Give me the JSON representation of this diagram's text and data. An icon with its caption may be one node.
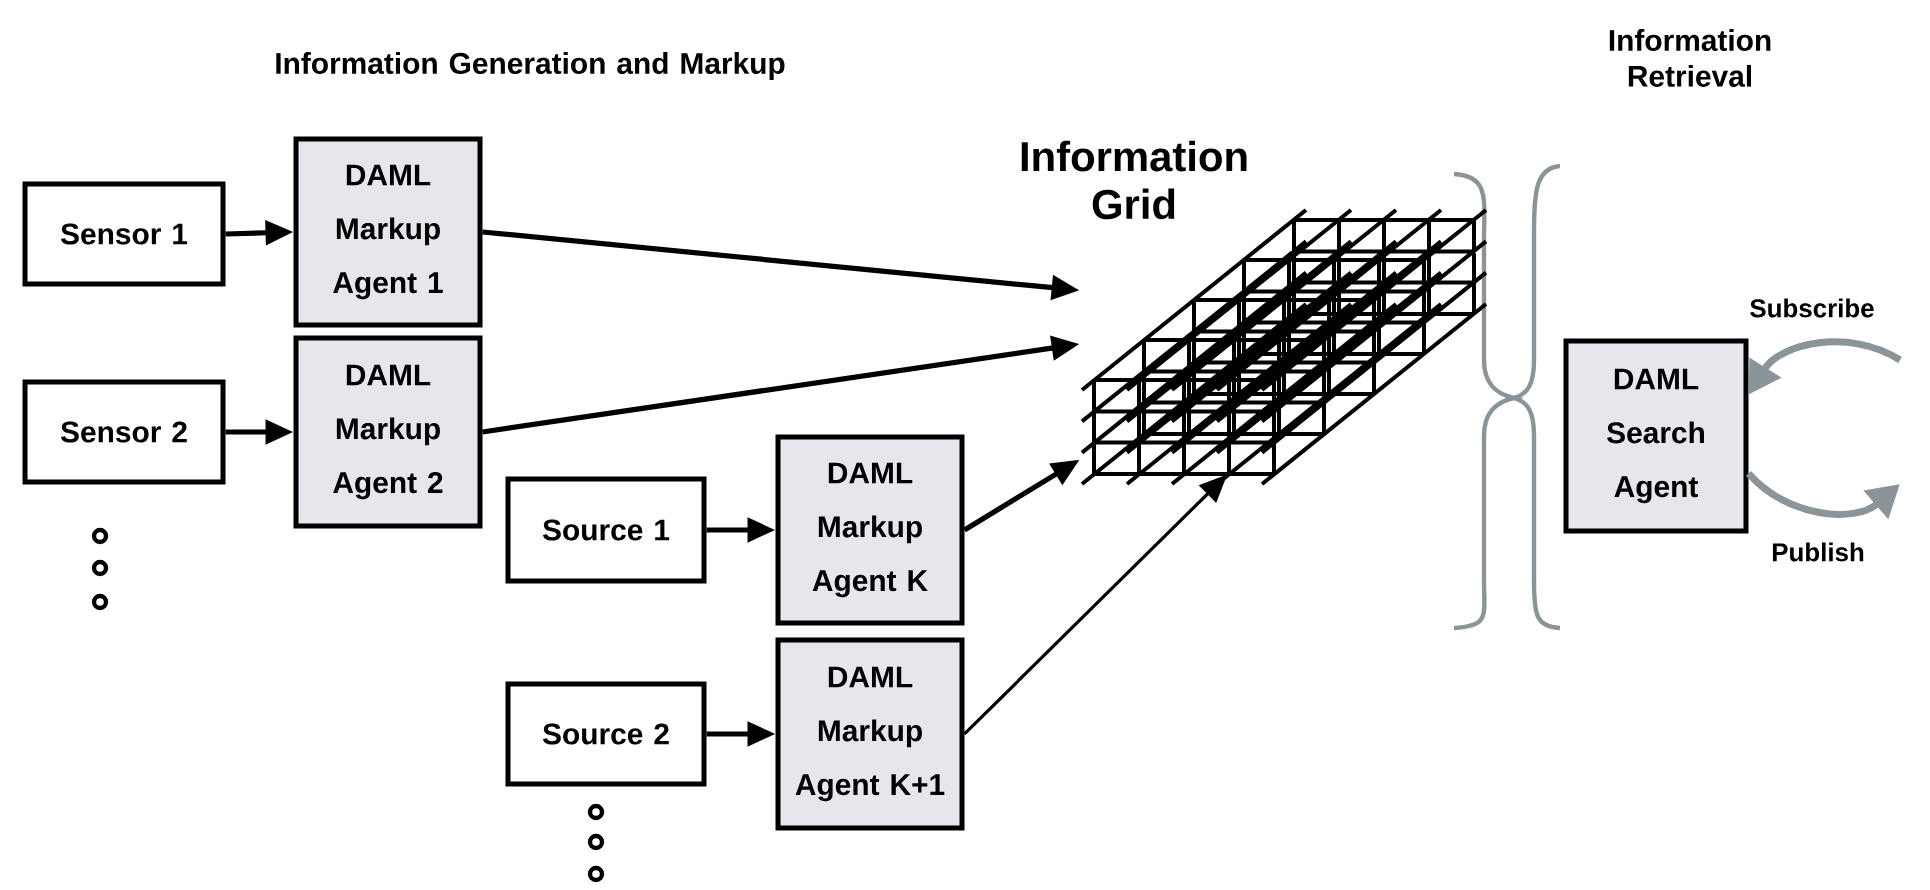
{
  "diagram": {
    "nodes": [
      {
        "text": [
          "Sensor 1"
        ]
      },
      {
        "text": [
          "DAML Markup Agent 1"
        ]
      },
      {
        "text": [
          "Sensor 2"
        ]
      },
      {
        "text": [
          "DAML Markup Agent 2"
        ]
      },
      {
        "text": [
          "Source 1"
        ]
      },
      {
        "text": [
          "DAML Markup Agent K"
        ]
      },
      {
        "text": [
          "Source 2"
        ]
      },
      {
        "text": [
          "DAML Markup Agent K+1"
        ]
      },
      {
        "text": [],
        "shape": "picture"
      },
      {
        "text": [
          "DAML Search Agent"
        ]
      }
    ],
    "edges": [
      {
        "from": 0,
        "to": 1,
        "arrow": "to"
      },
      {
        "from": 2,
        "to": 3,
        "arrow": "to"
      },
      {
        "from": 4,
        "to": 5,
        "arrow": "to"
      },
      {
        "from": 6,
        "to": 7,
        "arrow": "to"
      },
      {
        "from": 1,
        "to": 8,
        "arrow": "to"
      },
      {
        "from": 3,
        "to": 8,
        "arrow": "to"
      },
      {
        "from": 5,
        "to": 8,
        "arrow": "to"
      },
      {
        "from": 7,
        "to": 8,
        "arrow": "to"
      },
      {
        "from": null,
        "to": 9,
        "arrow": "to",
        "label": "Subscribe",
        "color": "#8a9499"
      },
      {
        "from": 9,
        "to": null,
        "arrow": "to",
        "label": "Publish",
        "color": "#8a9499"
      }
    ],
    "labels": [
      "Information Generation and Markup",
      "Information Retrieval",
      "Information Grid"
    ]
  }
}
